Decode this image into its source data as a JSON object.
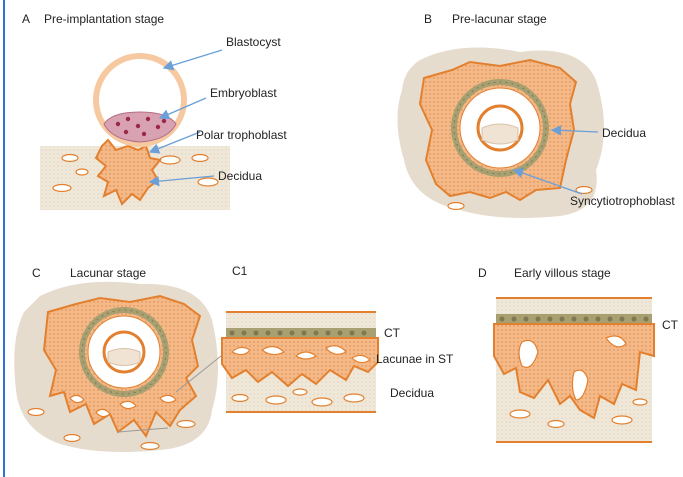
{
  "colors": {
    "orange": "#e3802f",
    "orange_fill": "#f4b987",
    "tan_bg": "#e6dccd",
    "decidua_band": "#efe7d8",
    "bead_fill": "#a8a070",
    "blastocyst_ring": "#f6c9a0",
    "embryoblast_fill": "#d8a2b3",
    "embryoblast_dot": "#9a2848",
    "arrow": "#6a9fd8",
    "border": "#2f6fd6"
  },
  "panels": {
    "A": {
      "letter": "A",
      "title": "Pre-implantation stage",
      "labels": {
        "blastocyst": "Blastocyst",
        "embryoblast": "Embryoblast",
        "polar": "Polar trophoblast",
        "decidua": "Decidua"
      }
    },
    "B": {
      "letter": "B",
      "title": "Pre-lacunar stage",
      "labels": {
        "decidua": "Decidua",
        "syncytio": "Syncytiotrophoblast"
      }
    },
    "C": {
      "letter": "C",
      "title": "Lacunar stage"
    },
    "C1": {
      "letter": "C1",
      "labels": {
        "ct": "CT",
        "lacunae": "Lacunae in ST",
        "decidua": "Decidua"
      }
    },
    "D": {
      "letter": "D",
      "title": "Early villous stage",
      "labels": {
        "ct": "CT"
      }
    }
  }
}
